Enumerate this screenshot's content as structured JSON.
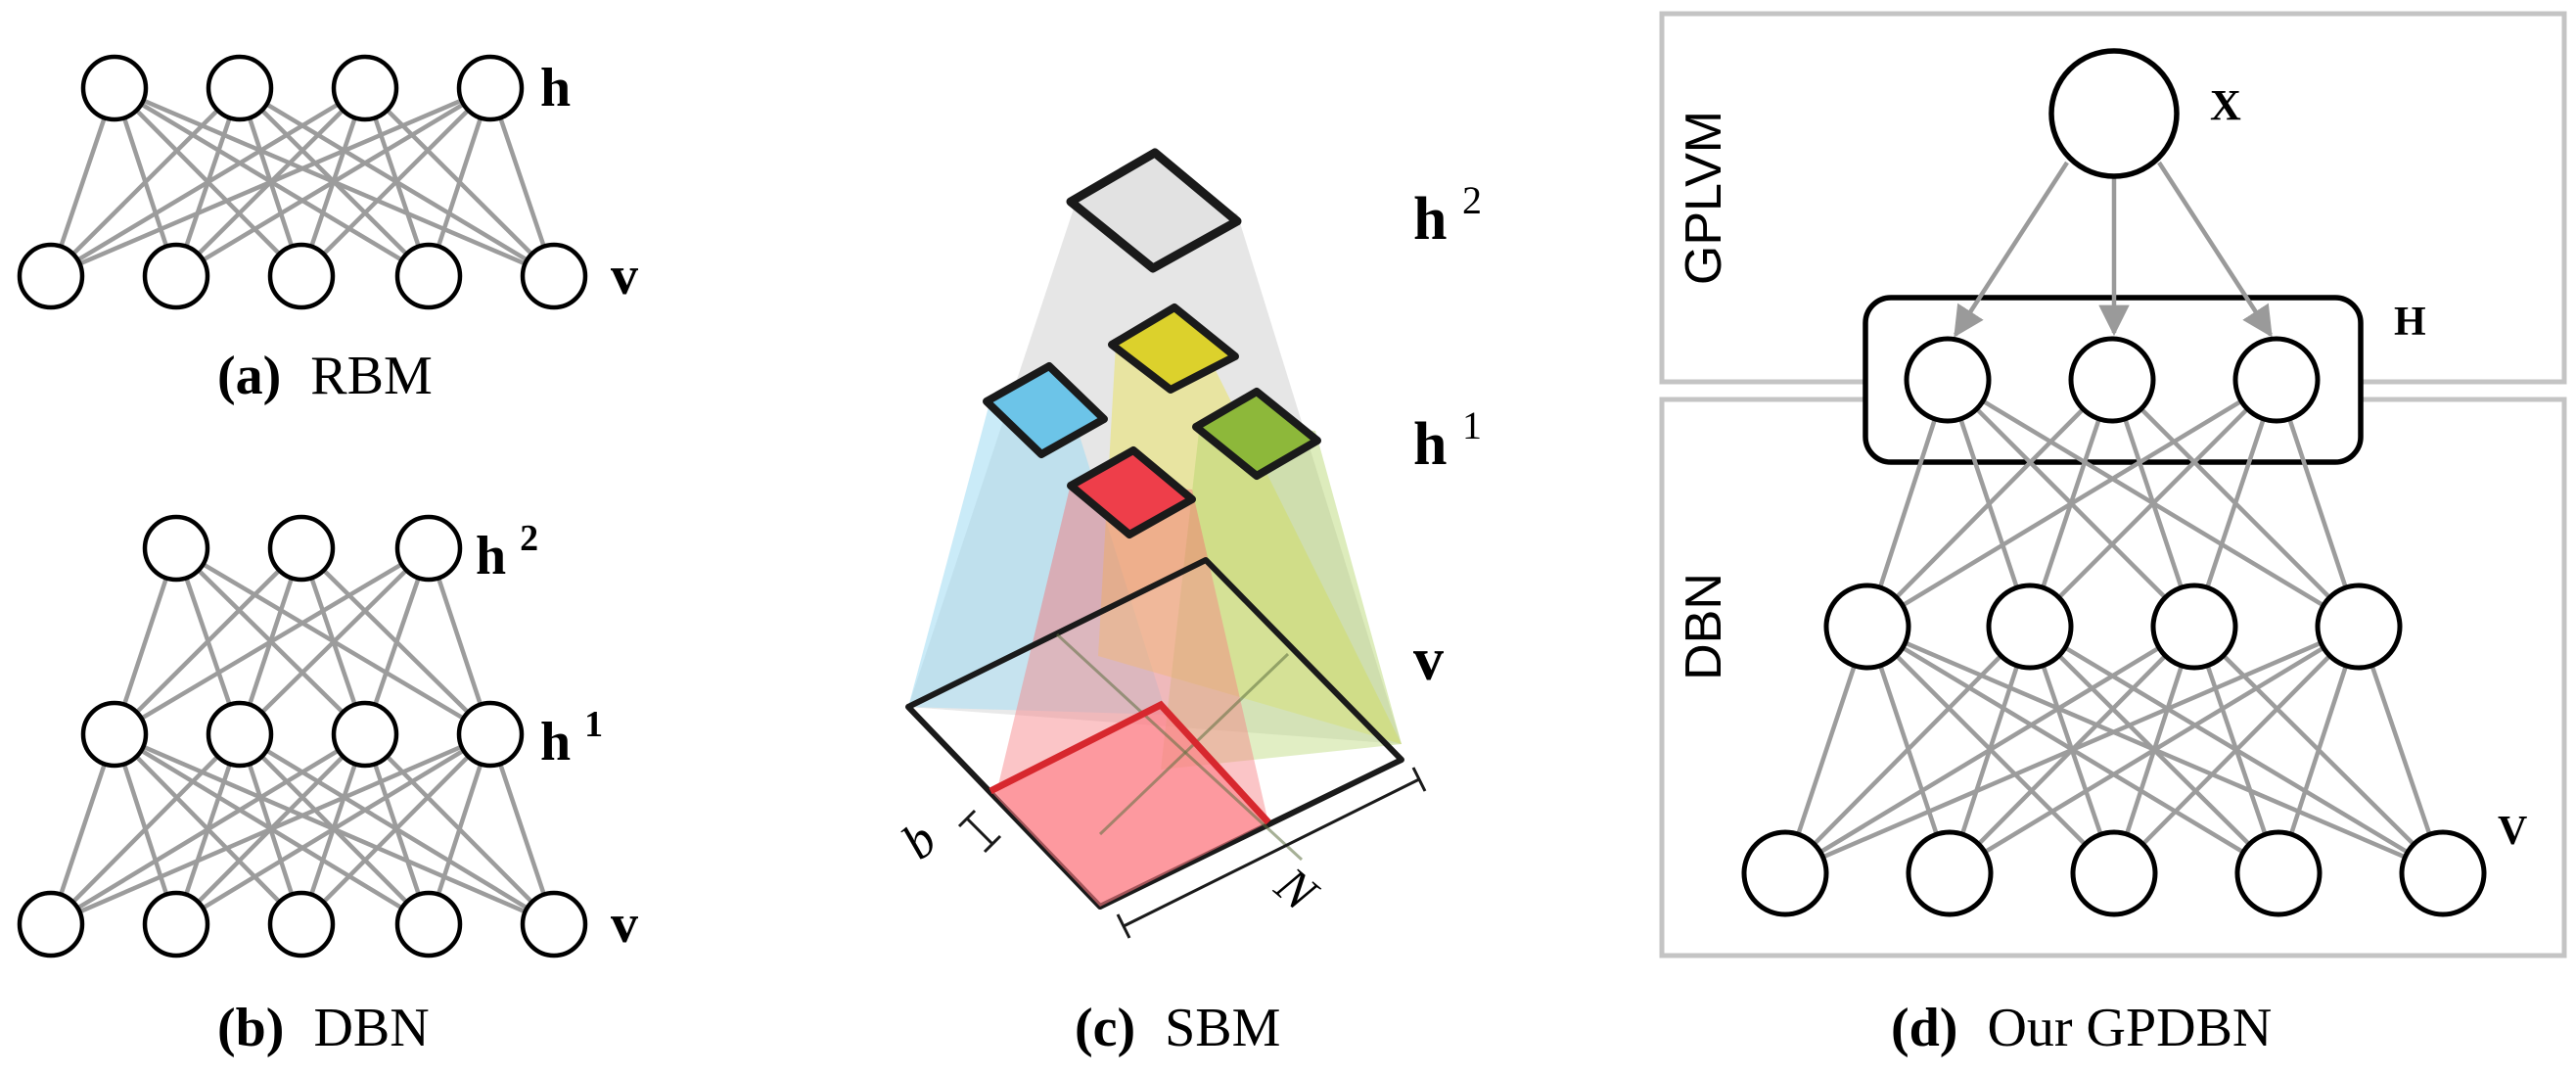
{
  "panels": {
    "rbm": {
      "tag": "(a)",
      "name": "RBM",
      "hidden_label": "h",
      "visible_label": "v"
    },
    "dbn": {
      "tag": "(b)",
      "name": "DBN",
      "h2_base": "h",
      "h2_sup": "2",
      "h1_base": "h",
      "h1_sup": "1",
      "visible_label": "v"
    },
    "sbm": {
      "tag": "(c)",
      "name": "SBM",
      "h2_base": "h",
      "h2_sup": "2",
      "h1_base": "h",
      "h1_sup": "1",
      "visible_label": "v",
      "b_label": "b",
      "n_label": "N",
      "colors": {
        "top": "#e2e2e2",
        "blue": "#6cc4e8",
        "yellow": "#dcd12c",
        "green": "#8db83a",
        "red": "#ee3e4a"
      }
    },
    "gpdbn": {
      "tag": "(d)",
      "name": "Our GPDBN",
      "gplvm_label": "GPLVM",
      "dbn_label": "DBN",
      "x_label": "X",
      "h_label": "H",
      "v_label": "V"
    }
  }
}
